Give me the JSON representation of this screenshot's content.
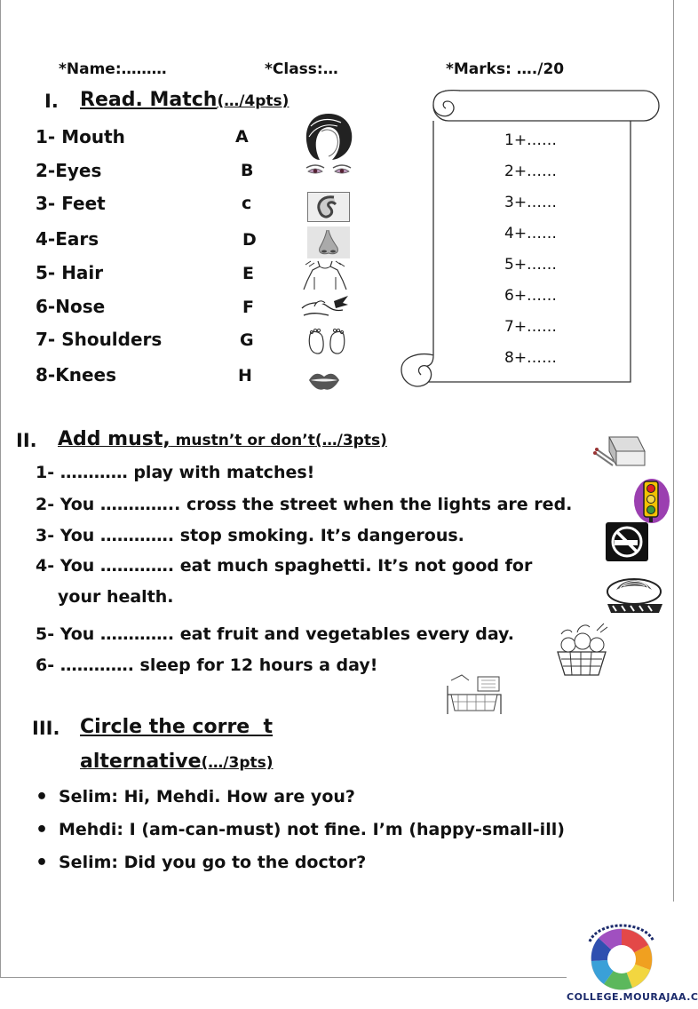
{
  "header": {
    "name": "*Name:………",
    "class": "*Class:…",
    "marks": "*Marks: …./20"
  },
  "section1": {
    "number": "I.",
    "title": "Read. Match",
    "points": "(…/4pts)",
    "items": [
      {
        "num": "1-",
        "word": "Mouth",
        "letter": "A",
        "icon": "hair-icon"
      },
      {
        "num": "2-",
        "word": "Eyes",
        "letter": "B",
        "icon": "eyes-icon"
      },
      {
        "num": "3-",
        "word": "Feet",
        "letter": "c",
        "icon": "ear-icon"
      },
      {
        "num": "4-",
        "word": "Ears",
        "letter": "D",
        "icon": "nose-icon"
      },
      {
        "num": "5-",
        "word": "Hair",
        "letter": "E",
        "icon": "shoulders-icon"
      },
      {
        "num": "6-",
        "word": "Nose",
        "letter": "F",
        "icon": "knee-icon"
      },
      {
        "num": "7-",
        "word": "Shoulders",
        "letter": "G",
        "icon": "feet-icon"
      },
      {
        "num": "8-",
        "word": "Knees",
        "letter": "H",
        "icon": "mouth-icon"
      }
    ],
    "answers": [
      "1+……",
      "2+……",
      "3+……",
      "4+……",
      "5+……",
      "6+……",
      "7+……",
      "8+……"
    ]
  },
  "section2": {
    "number": "II.",
    "title": "Add must,",
    "title_rest": " mustn’t or don’t",
    "points": "(…/3pts)",
    "sentences": [
      "1-  …………  play with matches!",
      "2- You ………….. cross the street when the lights are red.",
      "3- You …………. stop smoking. It’s dangerous.",
      "4- You …………. eat much spaghetti. It’s not good for",
      "your health.",
      "5- You …………. eat fruit and vegetables every day.",
      "6- …………. sleep for 12 hours a day!"
    ]
  },
  "section3": {
    "number": "III.",
    "title_line1": "Circle the corre  t",
    "title_line2": "alternative",
    "points": "(…/3pts)",
    "dialogue": [
      "Selim: Hi, Mehdi. How are you?",
      "Mehdi: I (am-can-must) not fine. I’m (happy-small-ill)",
      "Selim: Did you go to the doctor?"
    ]
  },
  "footer": {
    "logo_text": "COLLEGE.MOURAJAA.COM"
  }
}
